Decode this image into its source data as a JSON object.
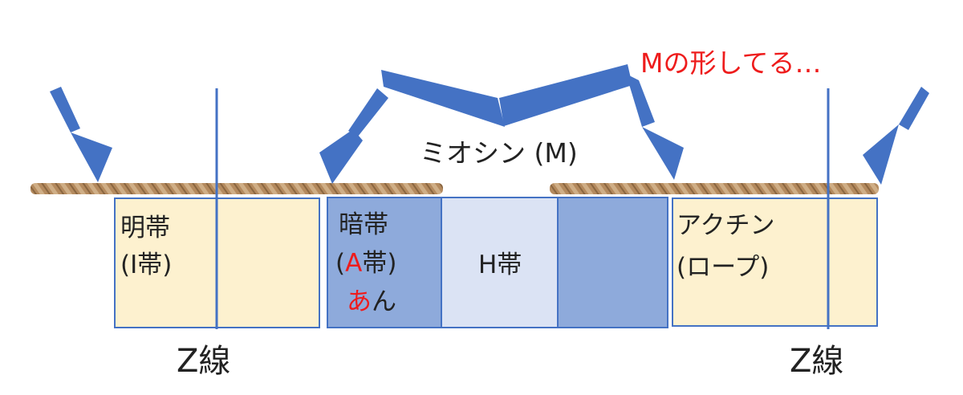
{
  "caption": "Mの形してる…",
  "myosin_label": "ミオシン (M)",
  "bands": {
    "i_band": {
      "line1": "明帯",
      "line2": "(I帯)"
    },
    "a_band": {
      "line1": "暗帯",
      "line2_open": "(",
      "line2_letter": "A",
      "line2_close": "帯)",
      "mnemonic_red": "あ",
      "mnemonic_rest": "ん"
    },
    "h_band": {
      "label": "H帯"
    }
  },
  "actin": {
    "line1": "アクチン",
    "line2": "(ロープ)"
  },
  "z_line_label": "Z線",
  "colors": {
    "light_band": "#fdf1cf",
    "a_band": "#8eaadb",
    "h_band": "#dbe3f4",
    "myosin": "#4472c4",
    "rope": "#b58d63",
    "emphasis_red": "#ee1c1c"
  }
}
